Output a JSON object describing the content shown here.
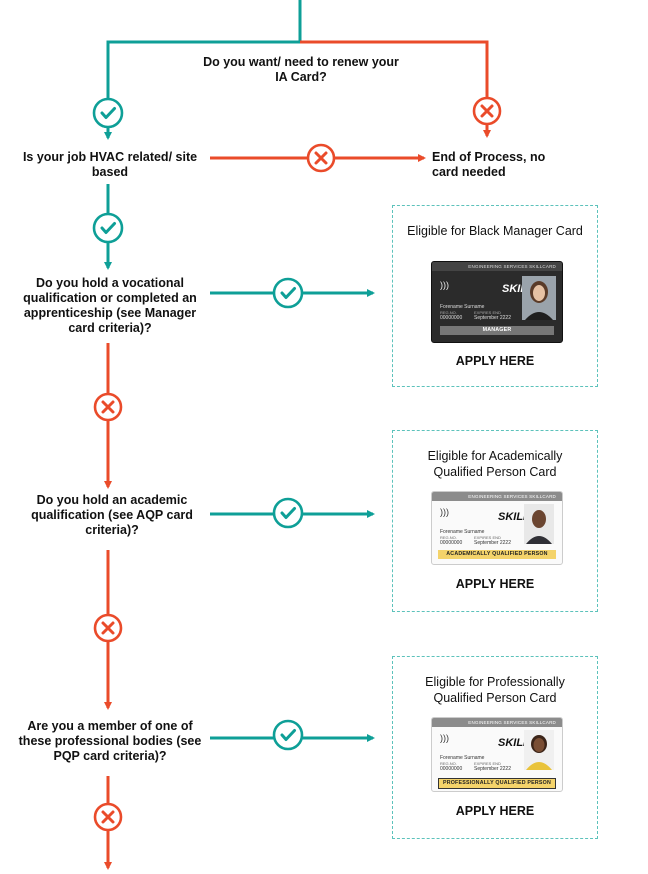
{
  "questions": {
    "renew": "Do you want/ need to renew your IA Card?",
    "hvac": "Is your job HVAC related/ site based",
    "end": "End of Process, no card needed",
    "vocational": "Do you hold a vocational qualification or completed an apprenticeship (see Manager card criteria)?",
    "academic": "Do you hold an academic qualification (see AQP card criteria)?",
    "professional": "Are you a member of one of these professional bodies (see PQP card criteria)?"
  },
  "cards": [
    {
      "title": "Eligible for Black Manager Card",
      "apply": "APPLY HERE",
      "header": "ENGINEERING SERVICES SKILLCARD",
      "logo": "SKILL",
      "name": "Forename Surname",
      "reg_label": "REG.NO.",
      "reg": "00000000",
      "expires_label": "EXPIRES END",
      "expires": "September 2222",
      "band": "MANAGER"
    },
    {
      "title": "Eligible for Academically Qualified Person Card",
      "apply": "APPLY HERE",
      "header": "ENGINEERING SERVICES SKILLCARD",
      "logo": "SKILL",
      "name": "Forename Surname",
      "reg_label": "REG.NO.",
      "reg": "00000000",
      "expires_label": "EXPIRES END",
      "expires": "September 2222",
      "band": "ACADEMICALLY QUALIFIED PERSON"
    },
    {
      "title": "Eligible for Professionally Qualified Person Card",
      "apply": "APPLY HERE",
      "header": "ENGINEERING SERVICES SKILLCARD",
      "logo": "SKILL",
      "name": "Forename Surname",
      "reg_label": "REG.NO.",
      "reg": "00000000",
      "expires_label": "EXPIRES END",
      "expires": "September 2222",
      "band": "PROFESSIONALLY QUALIFIED PERSON"
    }
  ],
  "colors": {
    "yes": "#0e9f97",
    "no": "#ea4b2a",
    "card_border": "#5cc2bb",
    "manager_card": "#2b2b2b",
    "aqp_band": "#f4d36a",
    "pqp_band": "#f4d36a"
  },
  "icons": {
    "yes": "check-circle-icon",
    "no": "cross-circle-icon"
  }
}
